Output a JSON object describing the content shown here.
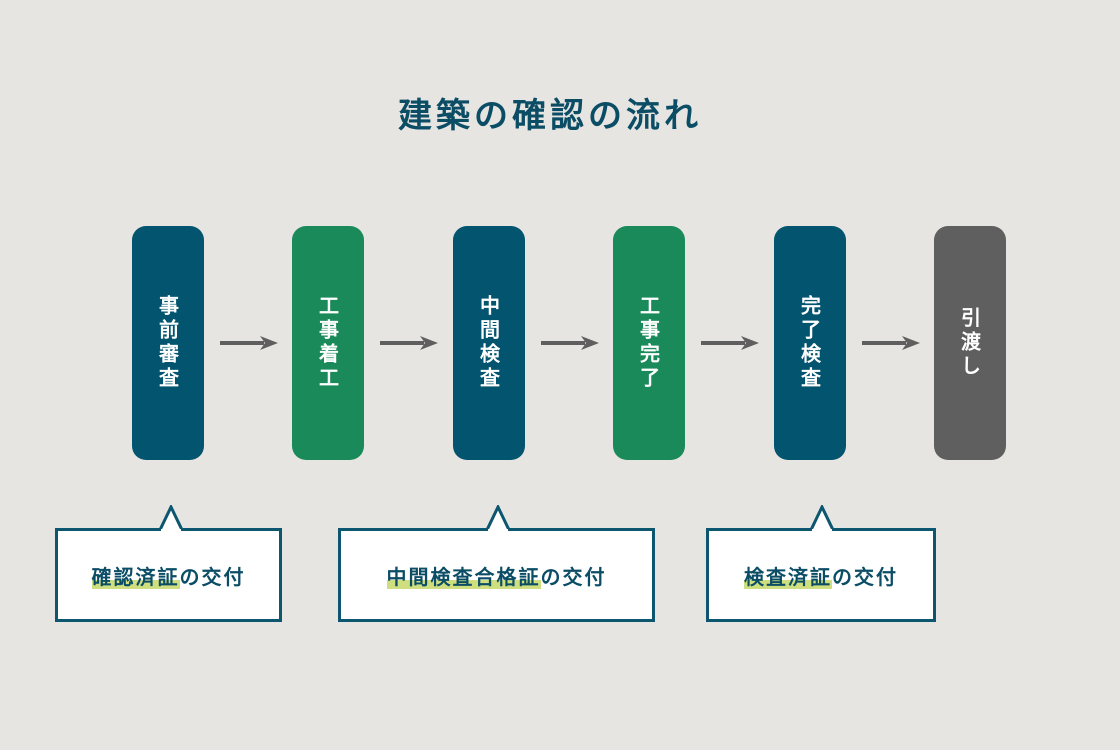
{
  "title": "建築の確認の流れ",
  "colors": {
    "blue": "#03546f",
    "green": "#1b8a5a",
    "gray": "#5f5f60",
    "highlight": "#cfdf7f"
  },
  "steps": [
    {
      "label": "事前審査",
      "color": "blue"
    },
    {
      "label": "工事着工",
      "color": "green"
    },
    {
      "label": "中間検査",
      "color": "blue"
    },
    {
      "label": "工事完了",
      "color": "green"
    },
    {
      "label": "完了検査",
      "color": "blue"
    },
    {
      "label": "引渡し",
      "color": "gray"
    }
  ],
  "callouts": [
    {
      "highlight": "確認済証",
      "rest": "の交付"
    },
    {
      "highlight": "中間検査合格証",
      "rest": "の交付"
    },
    {
      "highlight": "検査済証",
      "rest": "の交付"
    }
  ]
}
